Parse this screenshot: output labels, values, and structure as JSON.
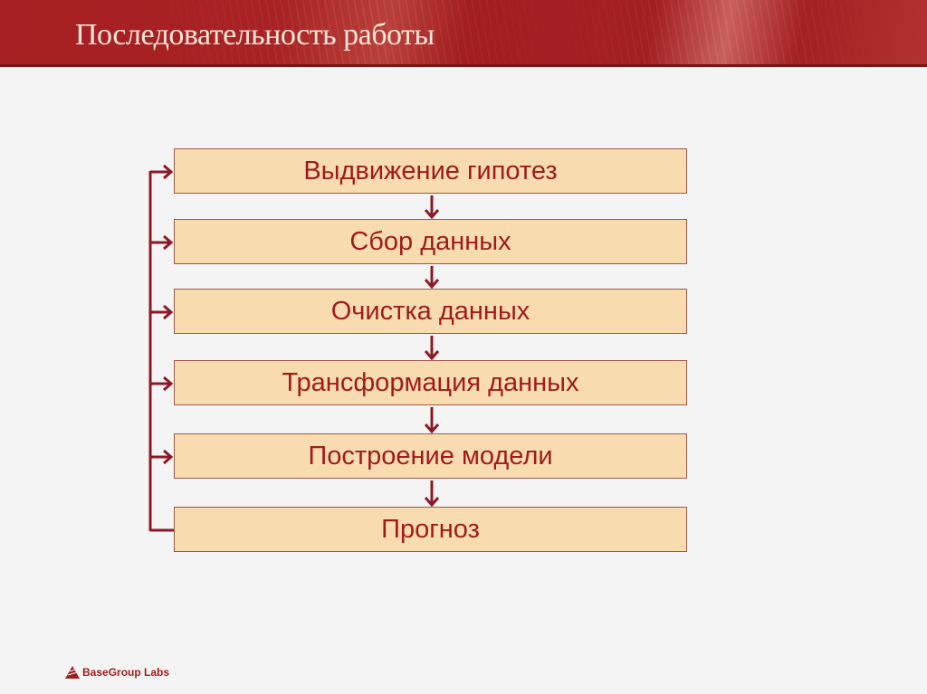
{
  "header": {
    "title": "Последовательность работы"
  },
  "diagram": {
    "steps": [
      {
        "label": "Выдвижение гипотез"
      },
      {
        "label": "Сбор данных"
      },
      {
        "label": "Очистка данных"
      },
      {
        "label": "Трансформация данных"
      },
      {
        "label": "Построение модели"
      },
      {
        "label": "Прогноз"
      }
    ],
    "colors": {
      "box_fill": "#f8dcb0",
      "box_border": "#9b5a4a",
      "text": "#a01c1c",
      "arrow": "#8b1a24"
    }
  },
  "footer": {
    "logo_text": "BaseGroup Labs"
  }
}
